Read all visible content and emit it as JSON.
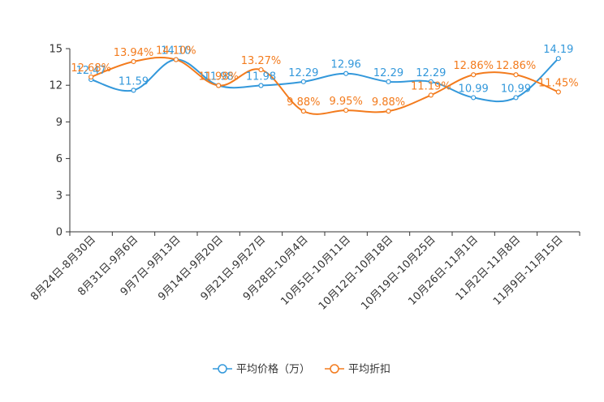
{
  "chart_data": {
    "type": "line",
    "categories": [
      "8月24日-8月30日",
      "8月31日-9月6日",
      "9月7日-9月13日",
      "9月14日-9月20日",
      "9月21日-9月27日",
      "9月28日-10月4日",
      "10月5日-10月11日",
      "10月12日-10月18日",
      "10月19日-10月25日",
      "10月26日-11月1日",
      "11月2日-11月8日",
      "11月9日-11月15日"
    ],
    "y_ticks": [
      "0",
      "3",
      "6",
      "9",
      "12",
      "15"
    ],
    "ylim": [
      0,
      15
    ],
    "grid": false,
    "legend_position": "bottom",
    "series": [
      {
        "name": "平均价格（万）",
        "color": "#3398DB",
        "values": [
          12.47,
          11.59,
          14.1,
          11.98,
          11.98,
          12.29,
          12.96,
          12.29,
          12.29,
          10.99,
          10.99,
          14.19
        ],
        "labels": [
          "12.47",
          "11.59",
          "14.10",
          "11.98",
          "11.98",
          "12.29",
          "12.96",
          "12.29",
          "12.29",
          "10.99",
          "10.99",
          "14.19"
        ]
      },
      {
        "name": "平均折扣",
        "color": "#F37B1D",
        "values": [
          12.68,
          13.94,
          14.1,
          11.98,
          13.27,
          9.88,
          9.95,
          9.88,
          11.19,
          12.86,
          12.86,
          11.45
        ],
        "labels": [
          "12.68%",
          "13.94%",
          "14.10%",
          "11.98%",
          "13.27%",
          "9.88%",
          "9.95%",
          "9.88%",
          "11.19%",
          "12.86%",
          "12.86%",
          "11.45%"
        ]
      }
    ]
  }
}
